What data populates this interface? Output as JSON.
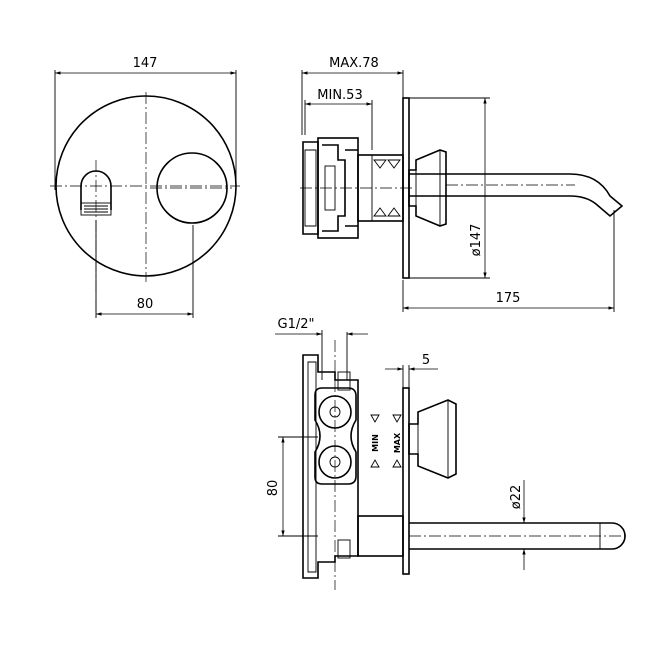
{
  "dimensions": {
    "front_width": "147",
    "front_offset": "80",
    "side_max": "MAX.78",
    "side_min": "MIN.53",
    "side_plate_dia": "ø147",
    "side_spout_length": "175",
    "top_thread": "G1/2\"",
    "top_plate_thickness": "5",
    "top_inlet_spacing": "80",
    "top_spout_dia": "ø22"
  },
  "labels": {
    "min_mark": "MIN",
    "max_mark": "MAX"
  }
}
